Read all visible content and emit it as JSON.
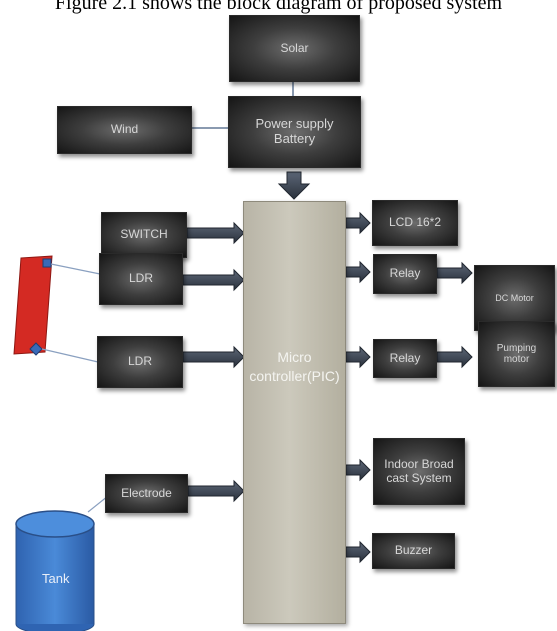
{
  "caption": "Figure 2.1 shows the block diagram of proposed system",
  "blocks": {
    "solar": "Solar",
    "power_line1": "Power supply",
    "power_line2": "Battery",
    "wind": "Wind",
    "switch": "SWITCH",
    "ldr1": "LDR",
    "ldr2": "LDR",
    "electrode": "Electrode",
    "lcd": "LCD 16*2",
    "relay1": "Relay",
    "relay2": "Relay",
    "dc_motor": "DC Motor",
    "pumping_line1": "Pumping",
    "pumping_line2": "motor",
    "broadcast_line1": "Indoor Broad",
    "broadcast_line2": "cast System",
    "buzzer": "Buzzer"
  },
  "microcontroller": {
    "line1": "Micro",
    "line2": "controller(PIC)"
  },
  "tank": "Tank",
  "colors": {
    "block_dark": "#151515",
    "block_mid": "#6d6d6d",
    "arrow": "#3a4250",
    "controller": "#c4c0b2",
    "panel_red": "#d42a23",
    "tank_blue": "#3f7fd0"
  }
}
